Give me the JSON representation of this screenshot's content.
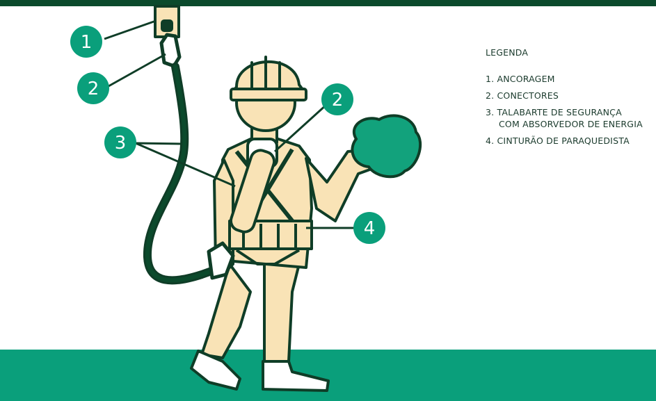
{
  "legend": {
    "title": "LEGENDA",
    "items": [
      {
        "line1": "1. ANCORAGEM",
        "line2": ""
      },
      {
        "line1": "2. CONECTORES",
        "line2": ""
      },
      {
        "line1": "3. TALABARTE DE SEGURANÇA",
        "line2": "COM ABSORVEDOR DE ENERGIA"
      },
      {
        "line1": "4. CINTURÃO DE PARAQUEDISTA",
        "line2": ""
      }
    ]
  },
  "callouts": [
    "1",
    "2",
    "2",
    "3",
    "4"
  ],
  "colors": {
    "dark_green": "#0b4a2c",
    "accent_green": "#0a9f7b",
    "skin_beige": "#f9e3b6",
    "outline": "#0f3d27",
    "leaf_green": "#12a27c"
  }
}
